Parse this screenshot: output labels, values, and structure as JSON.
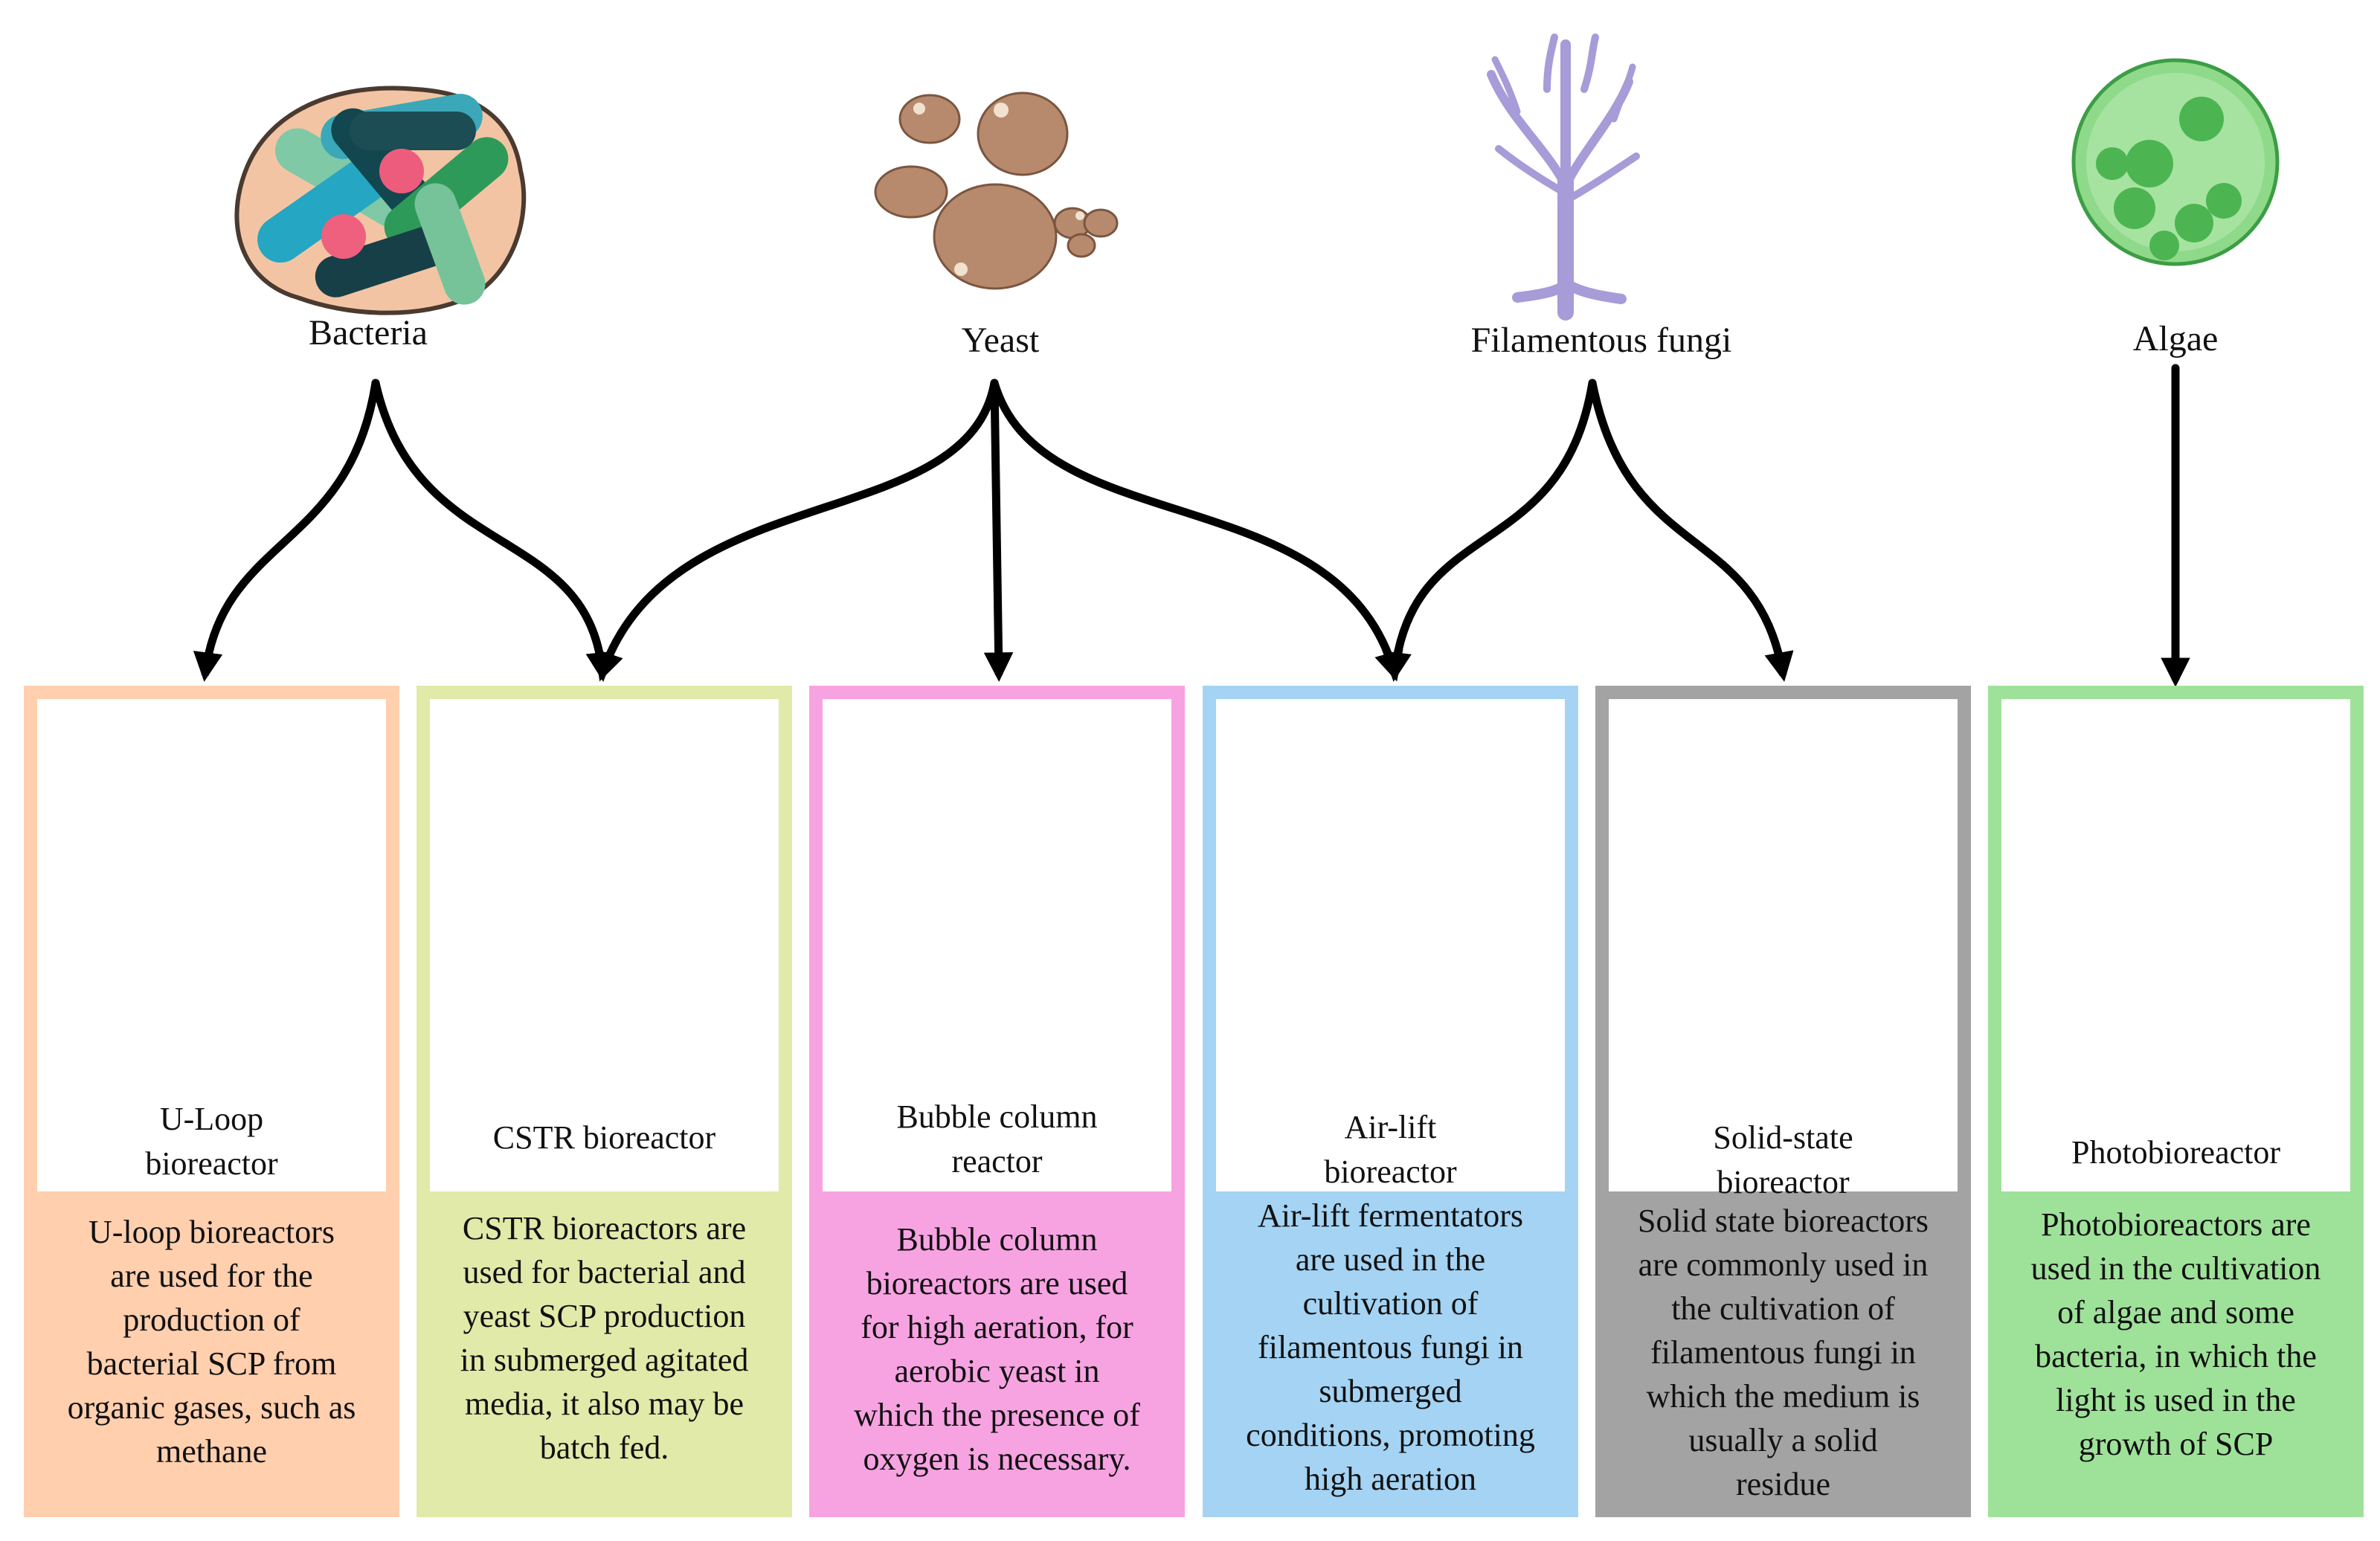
{
  "organisms": [
    {
      "id": "bacteria",
      "label": "Bacteria",
      "icon": "bacteria-icon"
    },
    {
      "id": "yeast",
      "label": "Yeast",
      "icon": "yeast-icon"
    },
    {
      "id": "fungi",
      "label": "Filamentous fungi",
      "icon": "filamentous-fungi-icon"
    },
    {
      "id": "algae",
      "label": "Algae",
      "icon": "algae-icon"
    }
  ],
  "reactors": [
    {
      "id": "uloop",
      "title": "U-Loop\nbioreactor",
      "icon": "u-loop-bioreactor-icon",
      "description": "U-loop bioreactors\nare used for the\nproduction of\nbacterial SCP from\norganic gases, such as\nmethane",
      "border_color": "#ffc7a8",
      "fill_color": "#ffcfae"
    },
    {
      "id": "cstr",
      "title": "CSTR bioreactor",
      "icon": "cstr-bioreactor-icon",
      "description": "CSTR bioreactors are\nused for bacterial and\nyeast SCP production\nin submerged agitated\nmedia, it also may be\nbatch fed.",
      "border_color": "#dfe8a6",
      "fill_color": "#e1eaa9"
    },
    {
      "id": "bubble",
      "title": "Bubble column\nreactor",
      "icon": "bubble-column-reactor-icon",
      "description": "Bubble column\nbioreactors are used\nfor high aeration, for\naerobic yeast in\nwhich the presence of\noxygen is necessary.",
      "border_color": "#f59ddf",
      "fill_color": "#f7a3e2"
    },
    {
      "id": "airlift",
      "title": "Air-lift\nbioreactor",
      "icon": "air-lift-bioreactor-icon",
      "description": "Air-lift fermentators\nare used in the\ncultivation of\nfilamentous fungi in\nsubmerged\nconditions, promoting\nhigh aeration",
      "border_color": "#9fcff1",
      "fill_color": "#a4d3f3"
    },
    {
      "id": "solid",
      "title": "Solid-state\nbioreactor",
      "icon": "solid-state-bioreactor-icon",
      "description": "Solid state bioreactors\nare commonly used in\nthe cultivation of\nfilamentous fungi in\nwhich the medium is\nusually a solid\nresidue",
      "border_color": "#9c9c9c",
      "fill_color": "#a3a3a3"
    },
    {
      "id": "photo",
      "title": "Photobioreactor",
      "icon": "photobioreactor-icon",
      "description": "Photobioreactors are\nused in the cultivation\nof algae and some\nbacteria, in which the\nlight is used in the\ngrowth of SCP",
      "border_color": "#95dd8f",
      "fill_color": "#9ee299"
    }
  ],
  "links": [
    {
      "from": "bacteria",
      "to": "uloop"
    },
    {
      "from": "bacteria",
      "to": "cstr"
    },
    {
      "from": "yeast",
      "to": "cstr"
    },
    {
      "from": "yeast",
      "to": "bubble"
    },
    {
      "from": "yeast",
      "to": "airlift"
    },
    {
      "from": "fungi",
      "to": "airlift"
    },
    {
      "from": "fungi",
      "to": "solid"
    },
    {
      "from": "algae",
      "to": "photo"
    }
  ]
}
